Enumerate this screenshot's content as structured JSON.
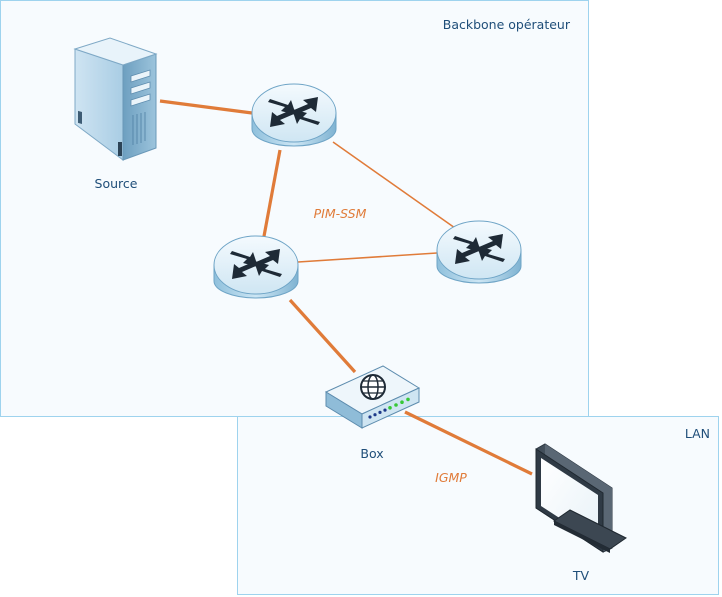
{
  "zones": {
    "backbone": {
      "label": "Backbone opérateur"
    },
    "lan": {
      "label": "LAN"
    }
  },
  "nodes": {
    "source": {
      "label": "Source",
      "icon": "server-icon"
    },
    "router_top": {
      "icon": "router-icon"
    },
    "router_mid": {
      "icon": "router-icon"
    },
    "router_right": {
      "icon": "router-icon"
    },
    "box": {
      "label": "Box",
      "icon": "modem-icon"
    },
    "tv": {
      "label": "TV",
      "icon": "monitor-icon"
    }
  },
  "protocols": {
    "pim": "PIM-SSM",
    "igmp": "IGMP"
  },
  "colors": {
    "zone_fill": "#f5fafd",
    "zone_border": "#9ed3ee",
    "link": "#e07b39",
    "label_text": "#1f4e79",
    "protocol_text": "#e07b39"
  }
}
